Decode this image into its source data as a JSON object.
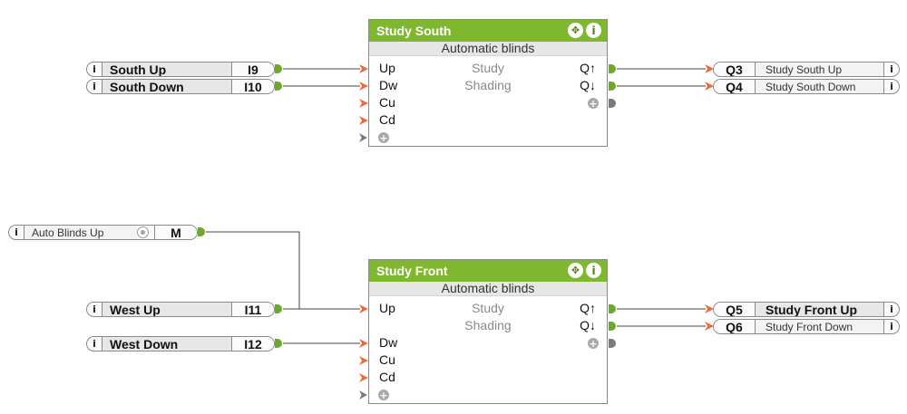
{
  "colors": {
    "header": "#7fb82e",
    "connector_in": "#ef6a3a",
    "connector_out": "#6ea82a",
    "wire": "#444444"
  },
  "blocks": [
    {
      "title": "Study South",
      "subtitle": "Automatic blinds",
      "center_lines": [
        "Study",
        "Shading"
      ],
      "inputs": [
        "Up",
        "Dw",
        "Cu",
        "Cd"
      ],
      "outputs": [
        "Q↑",
        "Q↓"
      ],
      "icons": [
        "move-icon",
        "info-icon"
      ]
    },
    {
      "title": "Study Front",
      "subtitle": "Automatic blinds",
      "center_lines": [
        "Study",
        "Shading"
      ],
      "inputs": [
        "Up",
        "Dw",
        "Cu",
        "Cd"
      ],
      "outputs": [
        "Q↑",
        "Q↓"
      ],
      "icons": [
        "move-icon",
        "info-icon"
      ]
    }
  ],
  "inputs": [
    {
      "name": "South Up",
      "code": "I9"
    },
    {
      "name": "South Down",
      "code": "I10"
    },
    {
      "name": "Auto Blinds Up",
      "code": "M"
    },
    {
      "name": "West Up",
      "code": "I11"
    },
    {
      "name": "West Down",
      "code": "I12"
    }
  ],
  "outputs": [
    {
      "code": "Q3",
      "name": "Study South Up"
    },
    {
      "code": "Q4",
      "name": "Study South Down"
    },
    {
      "code": "Q5",
      "name": "Study Front Up"
    },
    {
      "code": "Q6",
      "name": "Study Front Down"
    }
  ],
  "info_glyph": "i",
  "plus_glyph": "+",
  "move_glyph": "✥"
}
